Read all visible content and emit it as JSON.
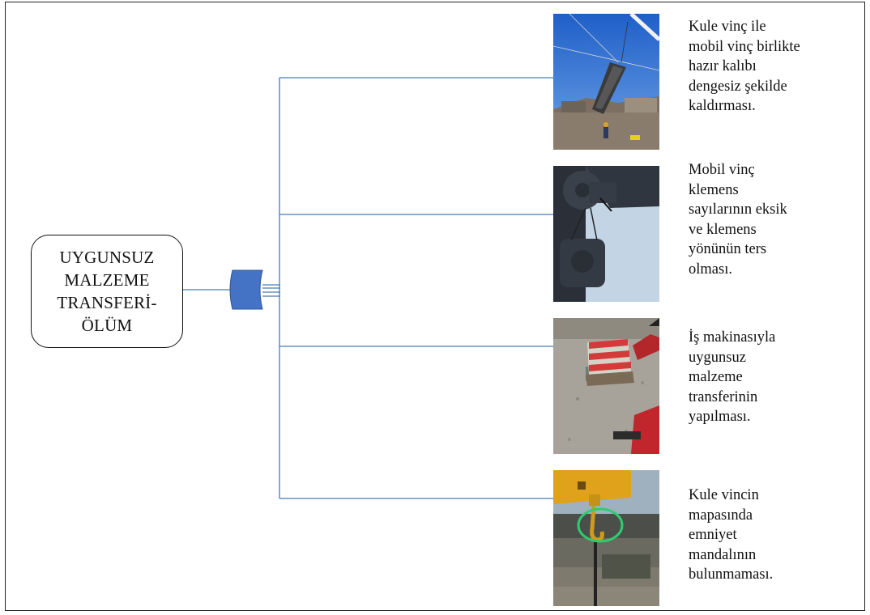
{
  "root": {
    "lines": [
      "UYGUNSUZ",
      "MALZEME",
      "TRANSFERİ-",
      "ÖLÜM"
    ]
  },
  "branches": [
    {
      "photo_icon": "crane-lifting-formwork-photo",
      "lines": [
        "Kule vinç ile",
        "mobil vinç birlikte",
        "hazır kalıbı",
        "dengesiz şekilde",
        "kaldırması."
      ]
    },
    {
      "photo_icon": "crane-block-clamps-photo",
      "lines": [
        "Mobil vinç",
        "klemens",
        "sayılarının eksik",
        "ve klemens",
        "yönünün ters",
        "olması."
      ]
    },
    {
      "photo_icon": "pallet-transfer-machine-photo",
      "lines": [
        "İş makinasıyla",
        "uygunsuz",
        "malzeme",
        "transferinin",
        "yapılması."
      ]
    },
    {
      "photo_icon": "crane-hook-missing-latch-photo",
      "lines": [
        "Kule vincin",
        "mapasında",
        "emniyet",
        "mandalının",
        "bulunmaması."
      ]
    }
  ],
  "colors": {
    "connector_line": "#4a7bb0",
    "fan_shape": "#4472c4",
    "highlight_circle": "#2ecc71"
  }
}
